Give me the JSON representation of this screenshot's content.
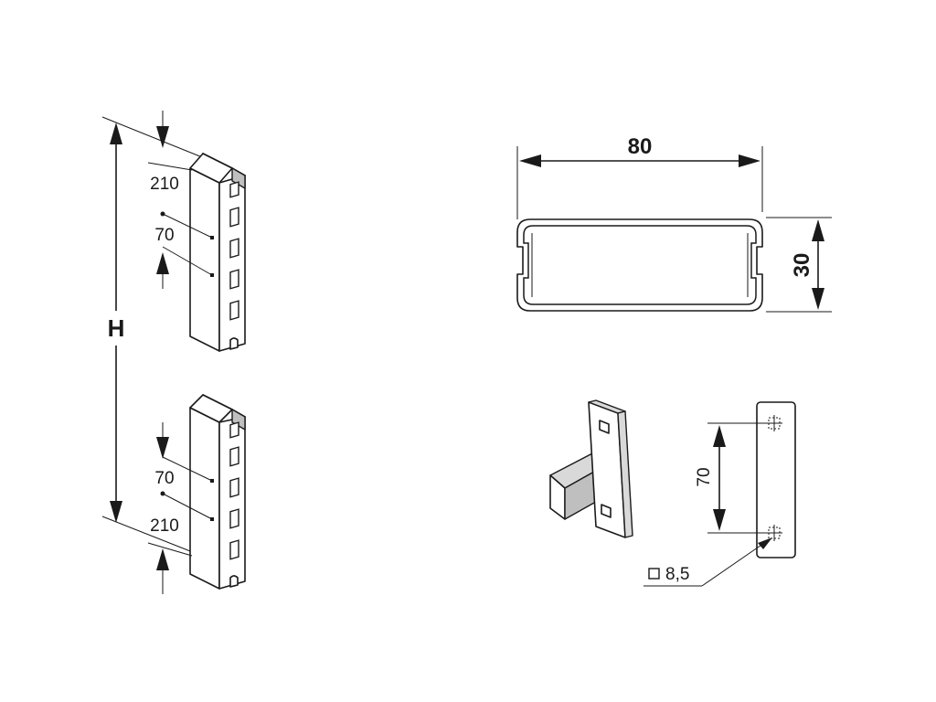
{
  "upright_view": {
    "height_label": "H",
    "top_offset": "210",
    "top_pitch": "70",
    "bottom_pitch": "70",
    "bottom_offset": "210"
  },
  "section_view": {
    "width_label": "80",
    "depth_label": "30"
  },
  "connector_view": {
    "hole_pitch": "70",
    "hole_size": "8,5"
  }
}
